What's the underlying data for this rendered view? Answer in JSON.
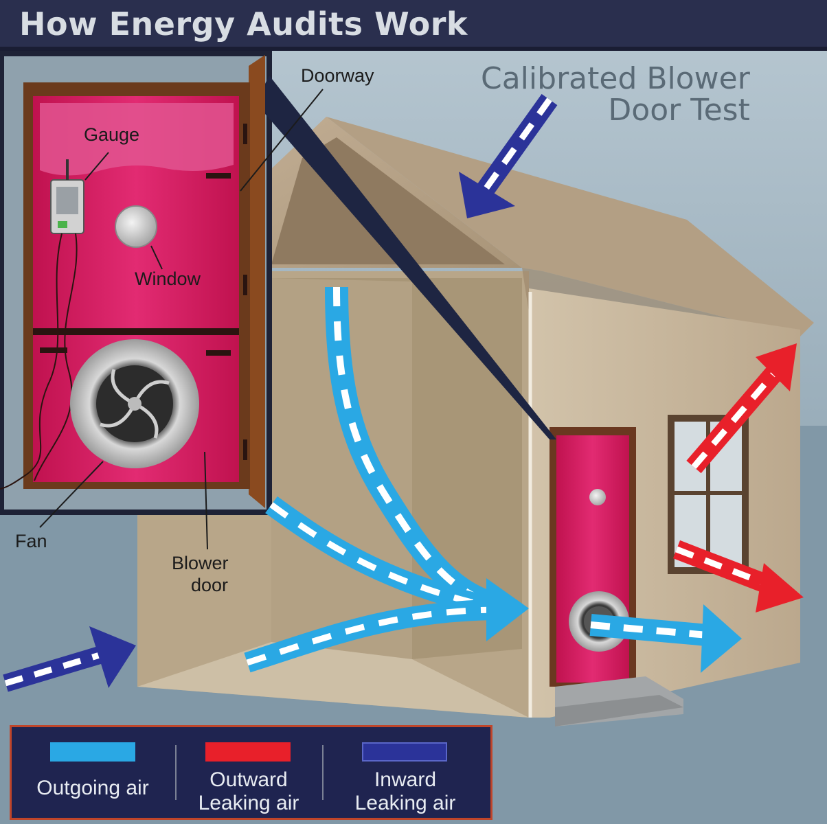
{
  "title": "How Energy Audits Work",
  "subtitle": {
    "line1": "Calibrated Blower",
    "line2": "Door Test"
  },
  "labels": {
    "doorway": "Doorway",
    "gauge": "Gauge",
    "window": "Window",
    "fan": "Fan",
    "blower_door_line1": "Blower",
    "blower_door_line2": "door"
  },
  "legend": {
    "items": [
      {
        "line1": "Outgoing air",
        "line2": "",
        "color": "#2aa8e4"
      },
      {
        "line1": "Outward",
        "line2": "Leaking air",
        "color": "#e8202a"
      },
      {
        "line1": "Inward",
        "line2": "Leaking air",
        "color": "#2b3399"
      }
    ]
  },
  "colors": {
    "outgoing_air": "#2aa8e4",
    "outward_leak": "#e8202a",
    "inward_leak": "#2b3399",
    "blower_door": "#d81b62",
    "house_wall": "#c9b9a0",
    "title_bar": "#2a2f4e"
  },
  "icons": [
    "fan-icon",
    "gauge-icon",
    "window-icon"
  ]
}
